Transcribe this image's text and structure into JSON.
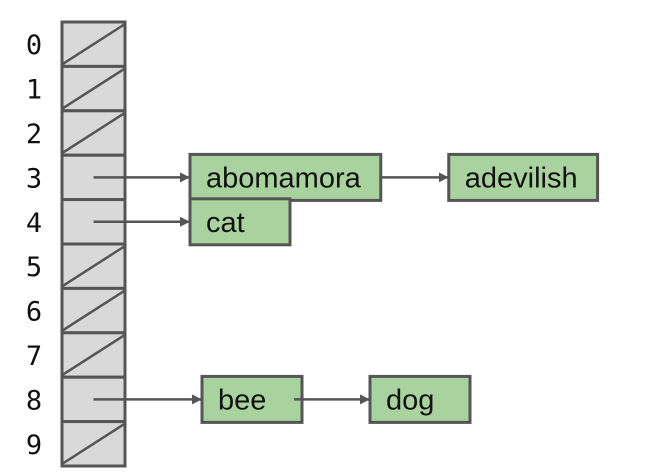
{
  "buckets": [
    {
      "index": "0",
      "chain": []
    },
    {
      "index": "1",
      "chain": []
    },
    {
      "index": "2",
      "chain": []
    },
    {
      "index": "3",
      "chain": [
        "abomamora",
        "adevilish"
      ]
    },
    {
      "index": "4",
      "chain": [
        "cat"
      ]
    },
    {
      "index": "5",
      "chain": []
    },
    {
      "index": "6",
      "chain": []
    },
    {
      "index": "7",
      "chain": []
    },
    {
      "index": "8",
      "chain": [
        "bee",
        "dog"
      ]
    },
    {
      "index": "9",
      "chain": []
    }
  ],
  "colors": {
    "cell_fill": "#d9d9d9",
    "node_fill": "#a9d39e",
    "stroke": "#555555",
    "text": "#111111"
  }
}
